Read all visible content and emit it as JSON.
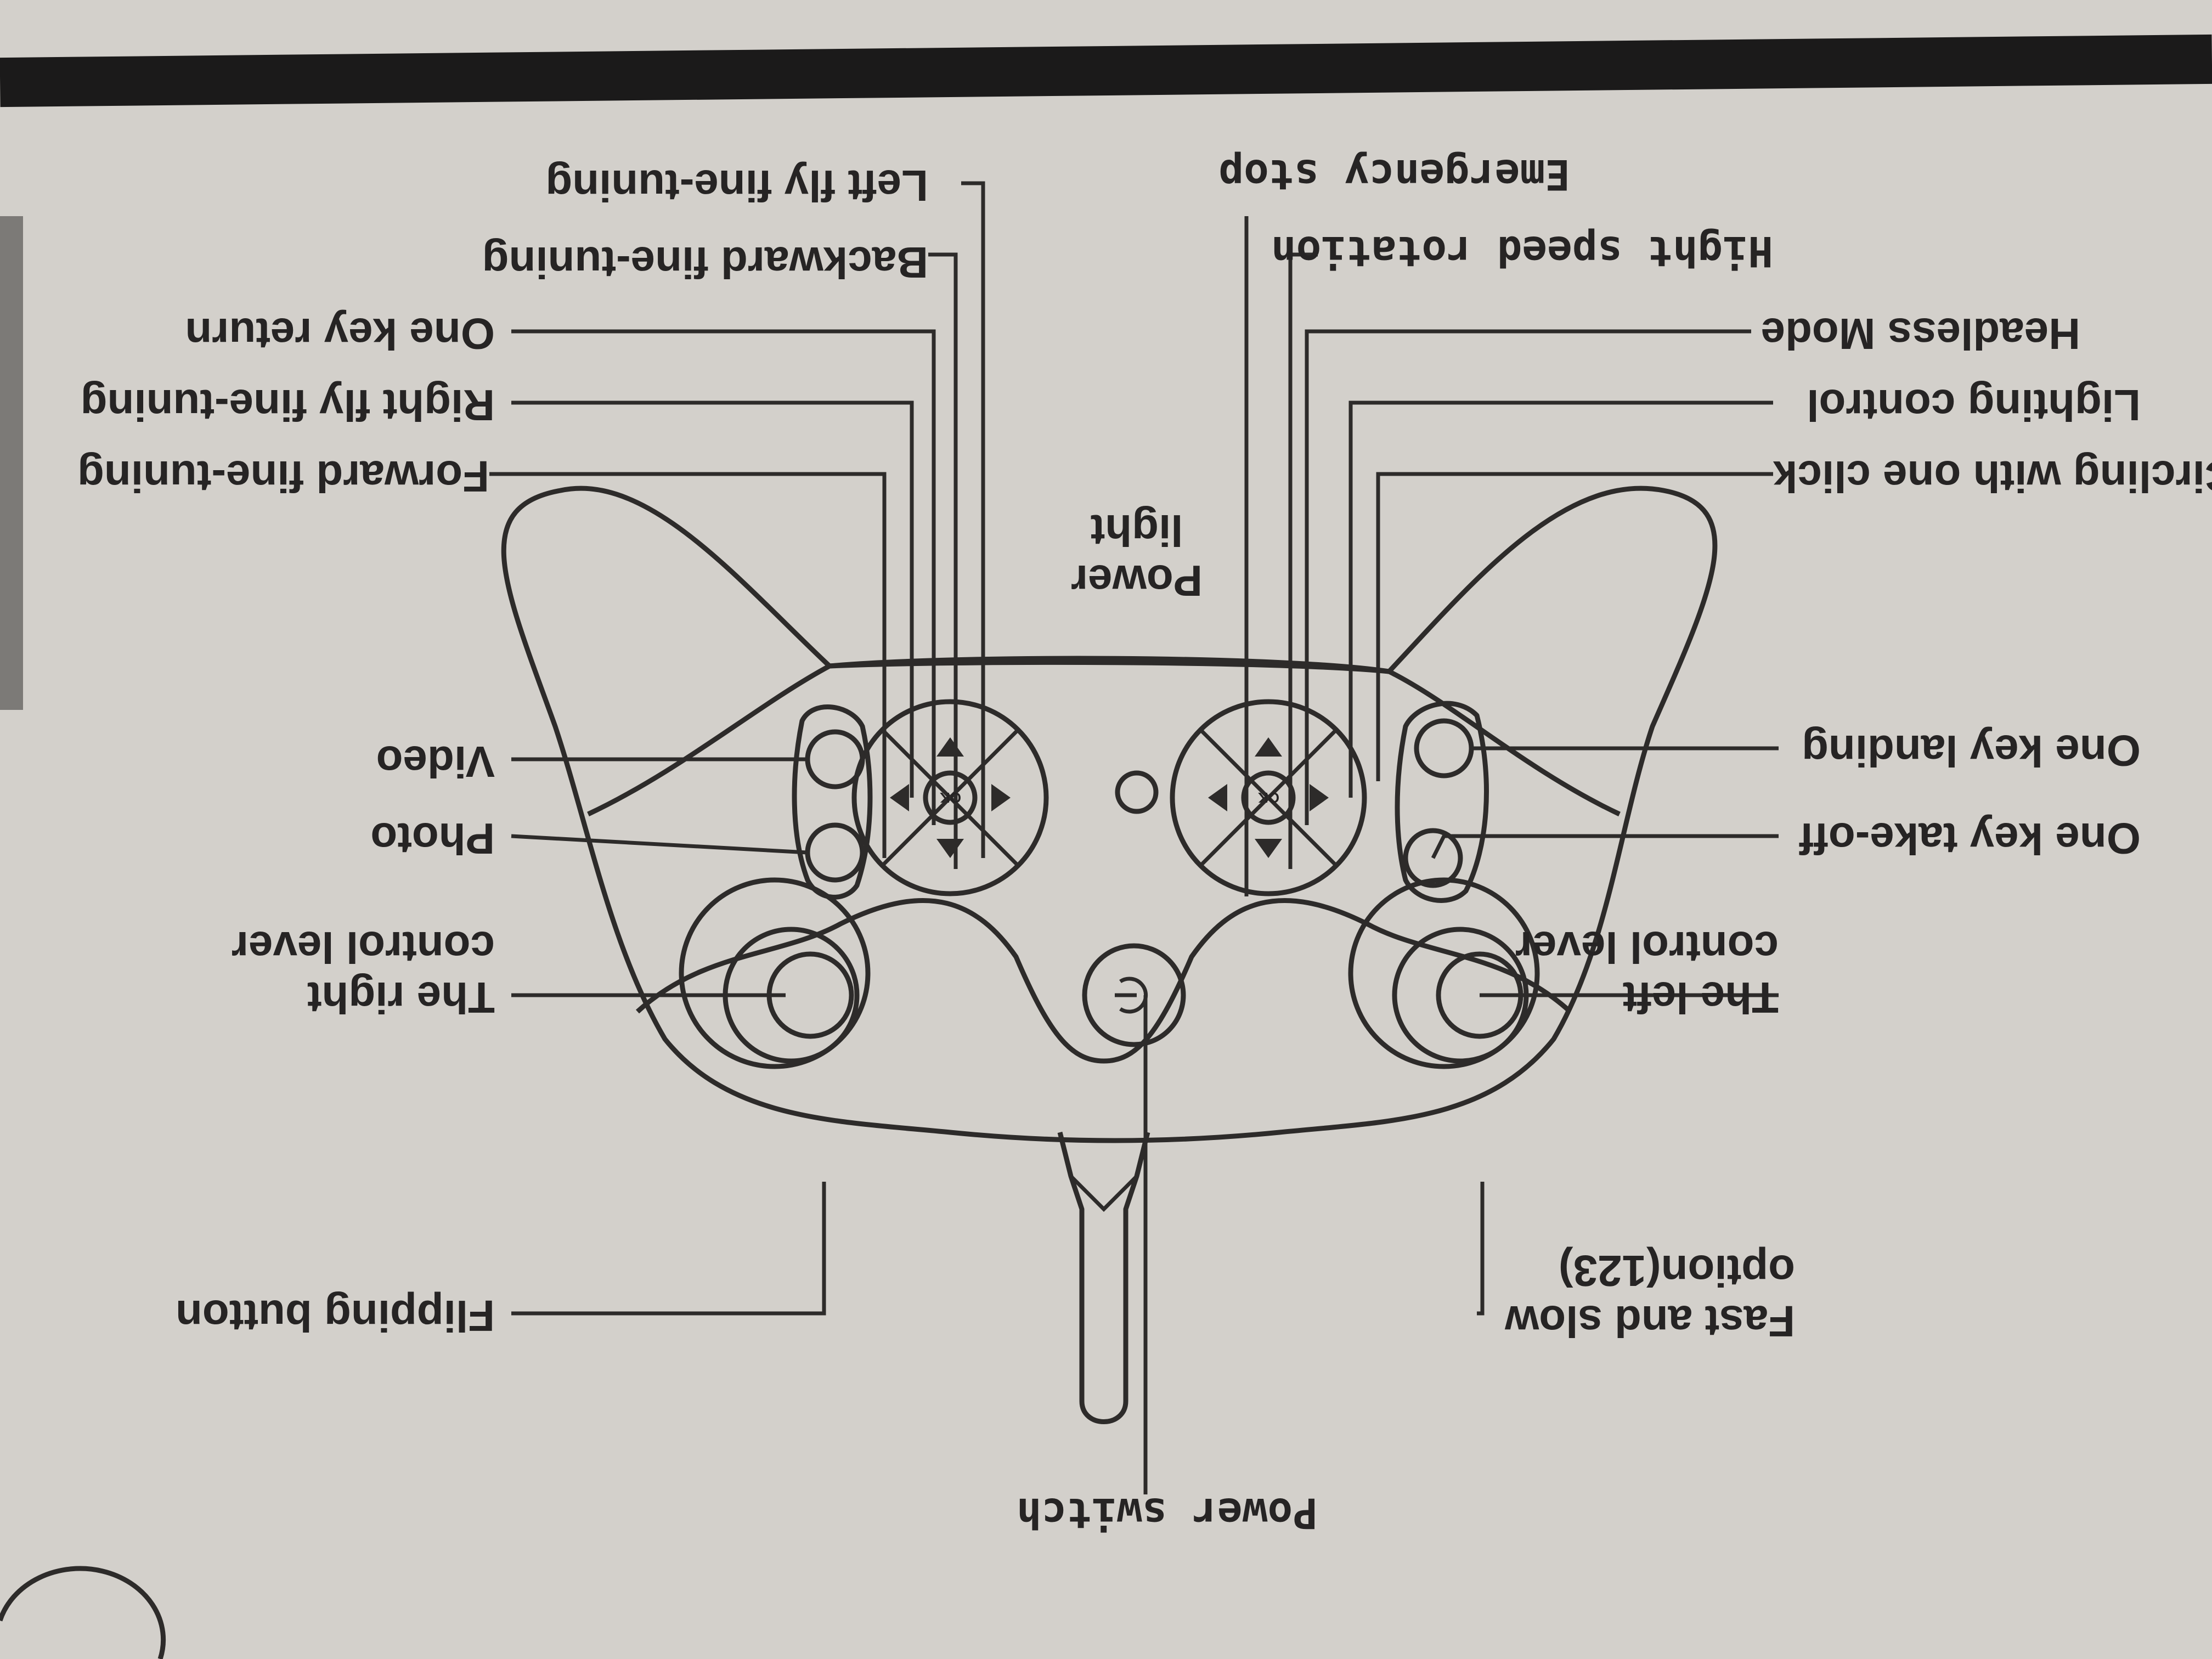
{
  "diagram": {
    "labels": {
      "fast_slow_line1": "Fast and slow",
      "fast_slow_line2": "option(123)",
      "left_lever_line1": "The left",
      "left_lever_line2": "control lever",
      "take_off": "One key take-off",
      "landing": "One key landing",
      "circling": "Circling with one click",
      "lighting": "Lighting control",
      "headless": "Headless Mode",
      "high_speed": "Hight speed rotation",
      "emergency": "Emergency stop",
      "power_light_line1": "Power",
      "power_light_line2": "light",
      "left_fly": "Left fly fine-tuning",
      "backward": "Backward fine-tuning",
      "one_key_return": "One key return",
      "right_fly": "Right fly fine-tuning",
      "forward": "Forward fine-tuning",
      "video": "Video",
      "photo": "Photo",
      "right_lever_line1": "The right",
      "right_lever_line2": "control lever",
      "flipping": "Flipping button",
      "power_switch": "Power switch"
    },
    "ok_label": "OK",
    "ok_label_2": "OK"
  },
  "colors": {
    "page": "#d3d0cb",
    "ink": "#2d2b2a",
    "header_bar": "#1b1a1a",
    "side_tab": "#7c7a77"
  }
}
